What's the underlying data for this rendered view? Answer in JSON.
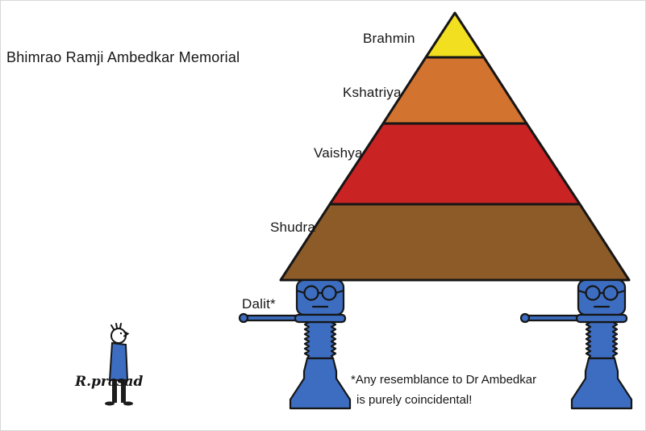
{
  "title": "Bhimrao Ramji Ambedkar Memorial",
  "pyramid": {
    "layers": [
      {
        "label": "Brahmin",
        "color": "#f2df1f"
      },
      {
        "label": "Kshatriya",
        "color": "#d2732f"
      },
      {
        "label": "Vaishya",
        "color": "#c92323"
      },
      {
        "label": "Shudra",
        "color": "#8c5b28"
      }
    ],
    "dalit_label": "Dalit*"
  },
  "footnote": {
    "line1": "*Any resemblance to Dr Ambedkar",
    "line2": "is purely coincidental!"
  },
  "signature": "R.prasad",
  "colors": {
    "jack_blue": "#3c6dc0",
    "ink": "#161616",
    "background": "#ffffff"
  }
}
